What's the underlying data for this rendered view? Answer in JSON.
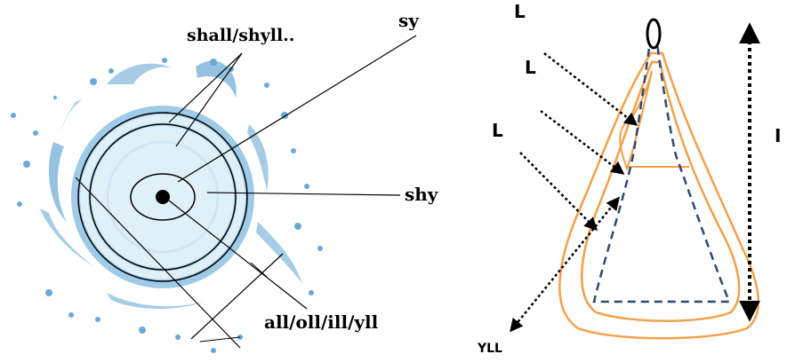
{
  "left_diagram": {
    "labels": {
      "shall": "shall/shyll..",
      "sy": "sy",
      "shy": "shy",
      "all": "all/oll/ill/yll"
    },
    "colors": {
      "water": "#5aa0d0",
      "water_light": "#bfe0f3",
      "ink": "#000000"
    }
  },
  "right_diagram": {
    "labels": {
      "l_top": "L",
      "l_mid": "L",
      "l_low": "L",
      "i_right": "I",
      "yll": "YLL"
    },
    "colors": {
      "outline": "#f4a04a",
      "dashed": "#2e4a6e",
      "ink": "#000000"
    }
  }
}
